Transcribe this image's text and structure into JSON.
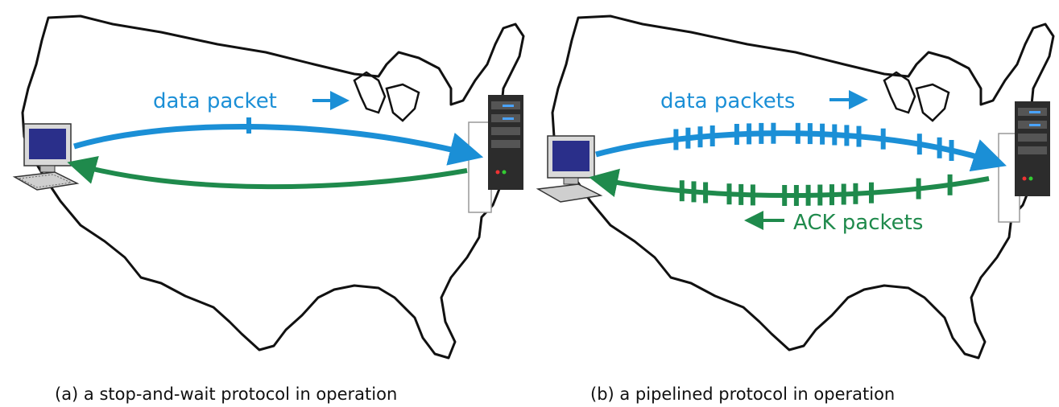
{
  "colors": {
    "data": "#1b8fd6",
    "ack": "#1f8a4c",
    "map": "#111111"
  },
  "panel_a": {
    "data_label": "data packet",
    "caption": "(a) a stop-and-wait protocol in operation"
  },
  "panel_b": {
    "data_label": "data packets",
    "ack_label": "ACK packets",
    "caption": "(b) a pipelined protocol in operation"
  },
  "icons": {
    "client": "computer-icon",
    "server": "server-icon"
  }
}
